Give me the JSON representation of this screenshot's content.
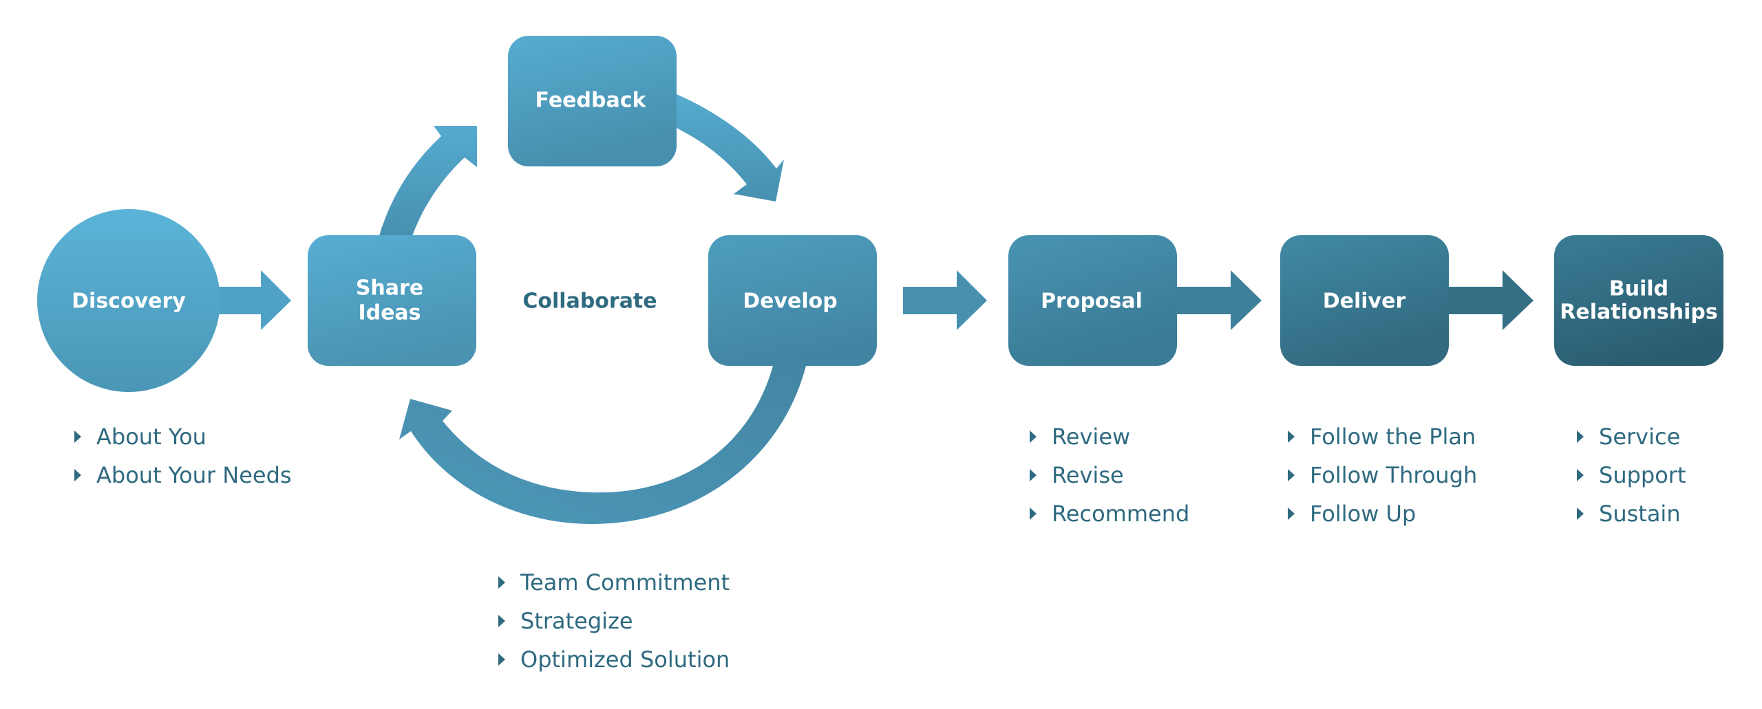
{
  "diagram": {
    "center_label": "Collaborate",
    "nodes": {
      "discovery": {
        "label": "Discovery"
      },
      "share_ideas": {
        "label_line1": "Share",
        "label_line2": "Ideas"
      },
      "feedback": {
        "label": "Feedback"
      },
      "develop": {
        "label": "Develop"
      },
      "proposal": {
        "label": "Proposal"
      },
      "deliver": {
        "label": "Deliver"
      },
      "build_relationships": {
        "label_line1": "Build",
        "label_line2": "Relationships"
      }
    },
    "bullets": {
      "discovery": [
        "About You",
        "About Your Needs"
      ],
      "collaborate": [
        "Team Commitment",
        "Strategize",
        "Optimized Solution"
      ],
      "proposal": [
        "Review",
        "Revise",
        "Recommend"
      ],
      "deliver": [
        "Follow the Plan",
        "Follow Through",
        "Follow Up"
      ],
      "build_relationships": [
        "Service",
        "Support",
        "Sustain"
      ]
    },
    "colors": {
      "light_blue": "#5ab2d6",
      "mid_blue": "#4a94b5",
      "teal": "#3d7f98",
      "dark_teal": "#2c5f73",
      "text": "#2e6a80"
    }
  }
}
